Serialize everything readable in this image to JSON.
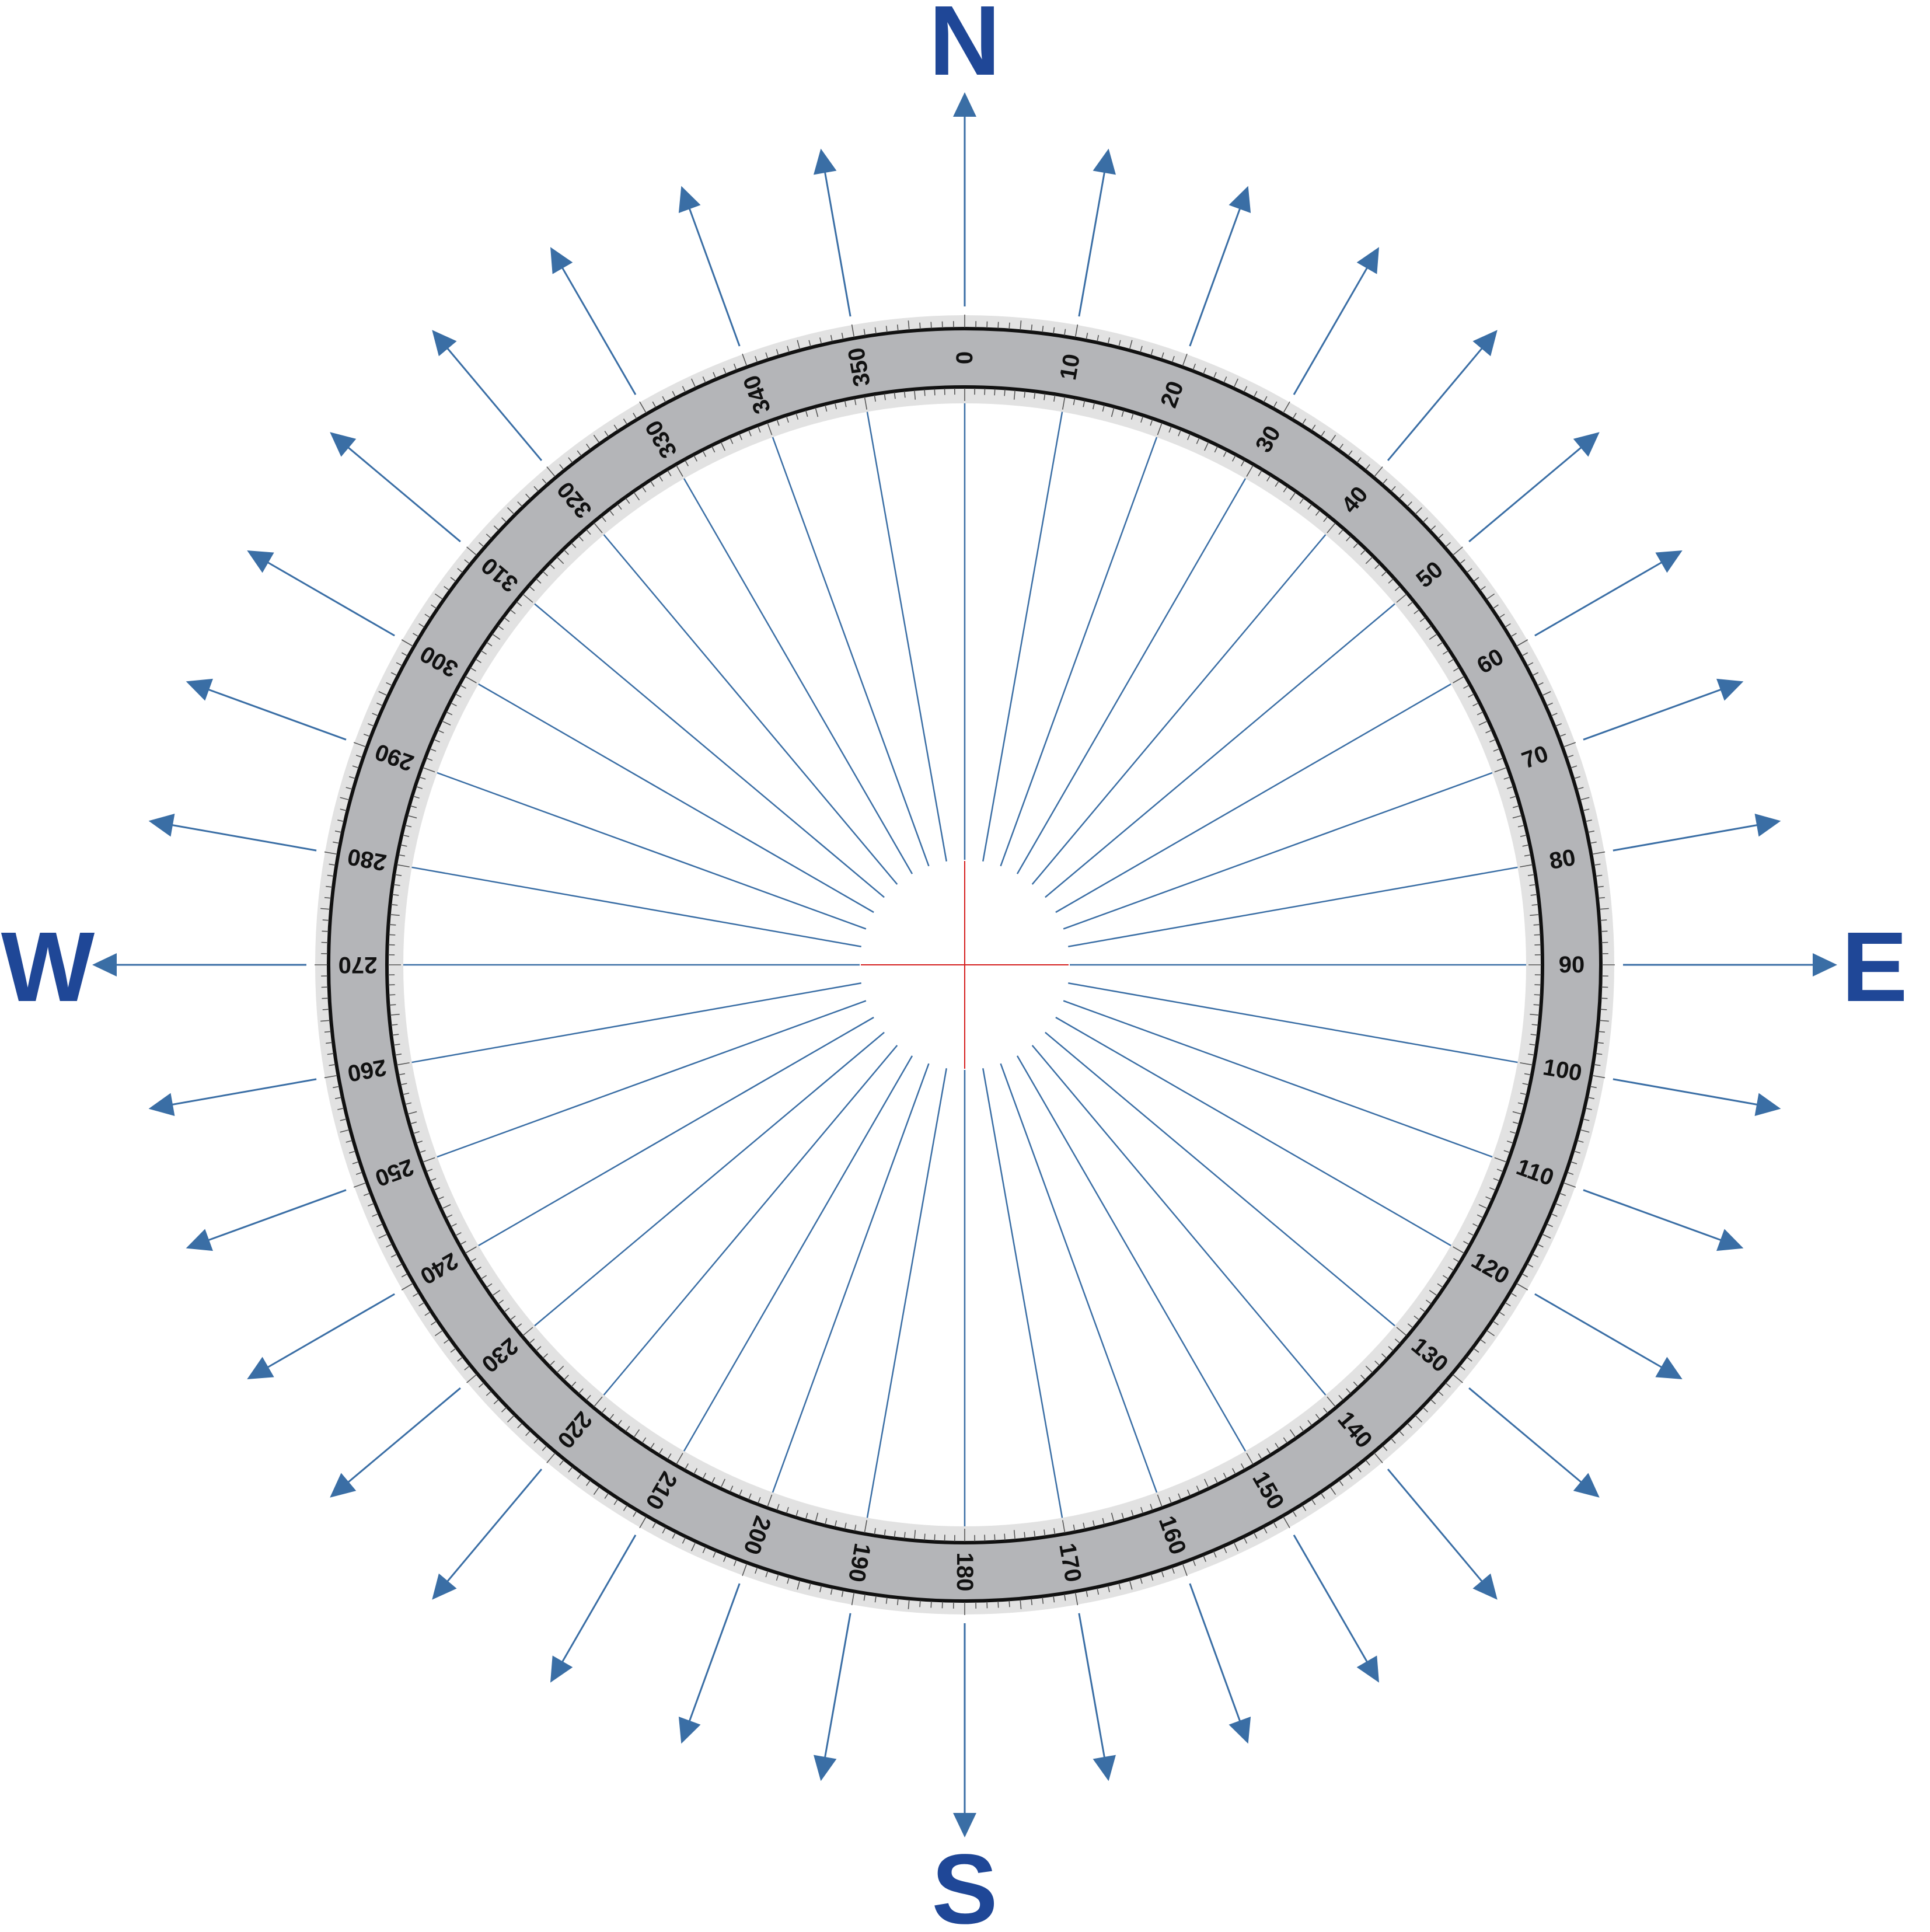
{
  "cardinals": {
    "north": "N",
    "east": "E",
    "south": "S",
    "west": "W"
  },
  "degree_labels": [
    "0",
    "10",
    "20",
    "30",
    "40",
    "50",
    "60",
    "70",
    "80",
    "90",
    "100",
    "110",
    "120",
    "130",
    "140",
    "150",
    "160",
    "170",
    "180",
    "190",
    "200",
    "210",
    "220",
    "230",
    "240",
    "250",
    "260",
    "270",
    "280",
    "290",
    "300",
    "310",
    "320",
    "330",
    "340",
    "350"
  ],
  "colors": {
    "cardinal": "#1f4797",
    "arrow": "#3a6ea5",
    "ring_band": "#b4b5b8",
    "ring_border": "#111111",
    "crosshair": "#d41d1d"
  }
}
